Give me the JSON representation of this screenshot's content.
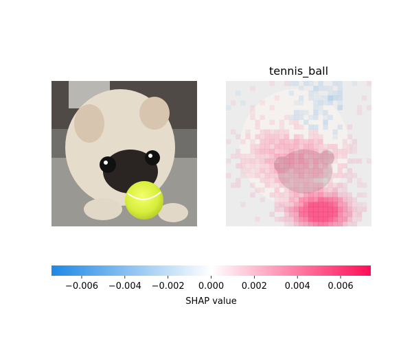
{
  "chart_data": {
    "type": "heatmap",
    "panels": [
      {
        "title": "",
        "content": "original-image"
      },
      {
        "title": "tennis_ball",
        "content": "shap-overlay"
      }
    ],
    "colorbar": {
      "label": "SHAP value",
      "range": [
        -0.0074,
        0.0074
      ],
      "ticks": [
        -0.006,
        -0.004,
        -0.002,
        0.0,
        0.002,
        0.004,
        0.006
      ],
      "tick_labels": [
        "−0.006",
        "−0.004",
        "−0.002",
        "0.000",
        "0.002",
        "0.004",
        "0.006"
      ],
      "colors": {
        "negative": "#1E88E5",
        "zero": "#FFFFFF",
        "positive": "#FF0D57"
      }
    }
  }
}
